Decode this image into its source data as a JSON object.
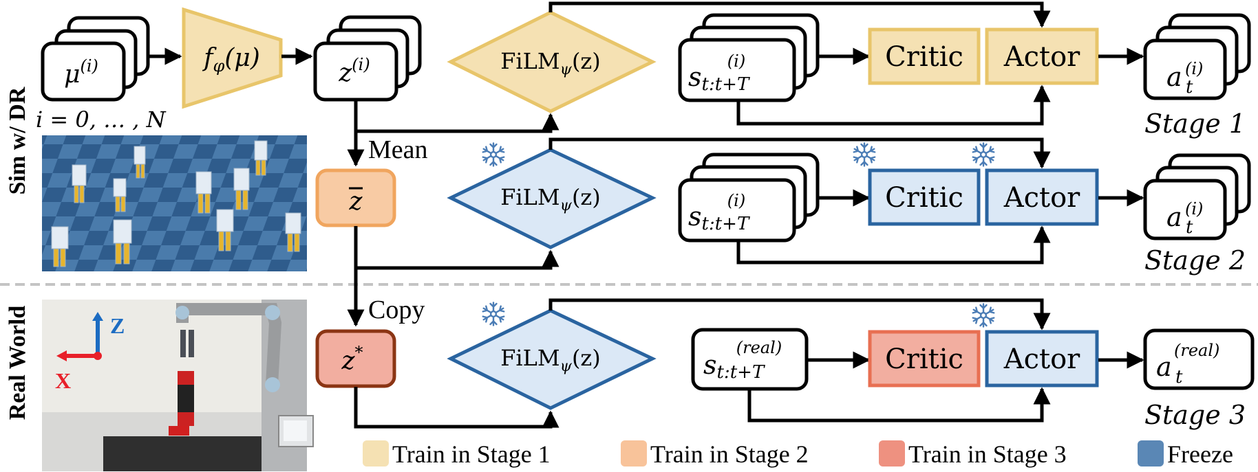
{
  "colors": {
    "stage1_fill": "#f5e1b3",
    "stage1_stroke": "#e8c56a",
    "stage2_fill": "#f8cba4",
    "stage2_stroke": "#f0a55e",
    "stage3_fill": "#f2aea0",
    "stage3_stroke": "#e86f52",
    "z_star_stroke": "#8b3514",
    "freeze_fill": "#dbe8f6",
    "freeze_stroke": "#2a64a0",
    "legend_freeze": "#5a87b5",
    "snowflake": "#4a7cb5",
    "divider": "#c4c4c4",
    "axis_z": "#1c6cc2",
    "axis_x": "#e8202a"
  },
  "side_labels": {
    "sim": "Sim w/ DR",
    "real": "Real World"
  },
  "row1": {
    "mu": "μ",
    "mu_sup": "(i)",
    "index_range": "i = 0, … , N",
    "encoder_f": "f",
    "encoder_sub": "φ",
    "encoder_arg": "(μ)",
    "z": "z",
    "z_sup": "(i)",
    "film": "FiLM",
    "film_sub": "ψ",
    "film_arg": "(z)",
    "s": "s",
    "s_sup": "(i)",
    "s_sub": "t:t+T",
    "critic": "Critic",
    "actor": "Actor",
    "a": "a",
    "a_sup": "(i)",
    "a_sub": "t",
    "stage": "Stage 1"
  },
  "row2": {
    "op_label": "Mean",
    "zbar": "z",
    "film": "FiLM",
    "film_sub": "ψ",
    "film_arg": "(z)",
    "s": "s",
    "s_sup": "(i)",
    "s_sub": "t:t+T",
    "critic": "Critic",
    "actor": "Actor",
    "a": "a",
    "a_sup": "(i)",
    "a_sub": "t",
    "stage": "Stage 2"
  },
  "row3": {
    "op_label": "Copy",
    "zstar": "z",
    "zstar_sup": "*",
    "film": "FiLM",
    "film_sub": "ψ",
    "film_arg": "(z)",
    "s": "s",
    "s_sup": "(real)",
    "s_sub": "t:t+T",
    "critic": "Critic",
    "actor": "Actor",
    "a": "a",
    "a_sup": "(real)",
    "a_sub": "t",
    "stage": "Stage 3"
  },
  "photo_axes": {
    "z_label": "Z",
    "x_label": "X"
  },
  "legend": [
    {
      "label": "Train in Stage 1",
      "key": "stage1"
    },
    {
      "label": "Train in Stage 2",
      "key": "stage2"
    },
    {
      "label": "Train in Stage 3",
      "key": "stage3"
    },
    {
      "label": "Freeze",
      "key": "freeze"
    }
  ],
  "icons": {
    "freeze": "snowflake-icon"
  }
}
